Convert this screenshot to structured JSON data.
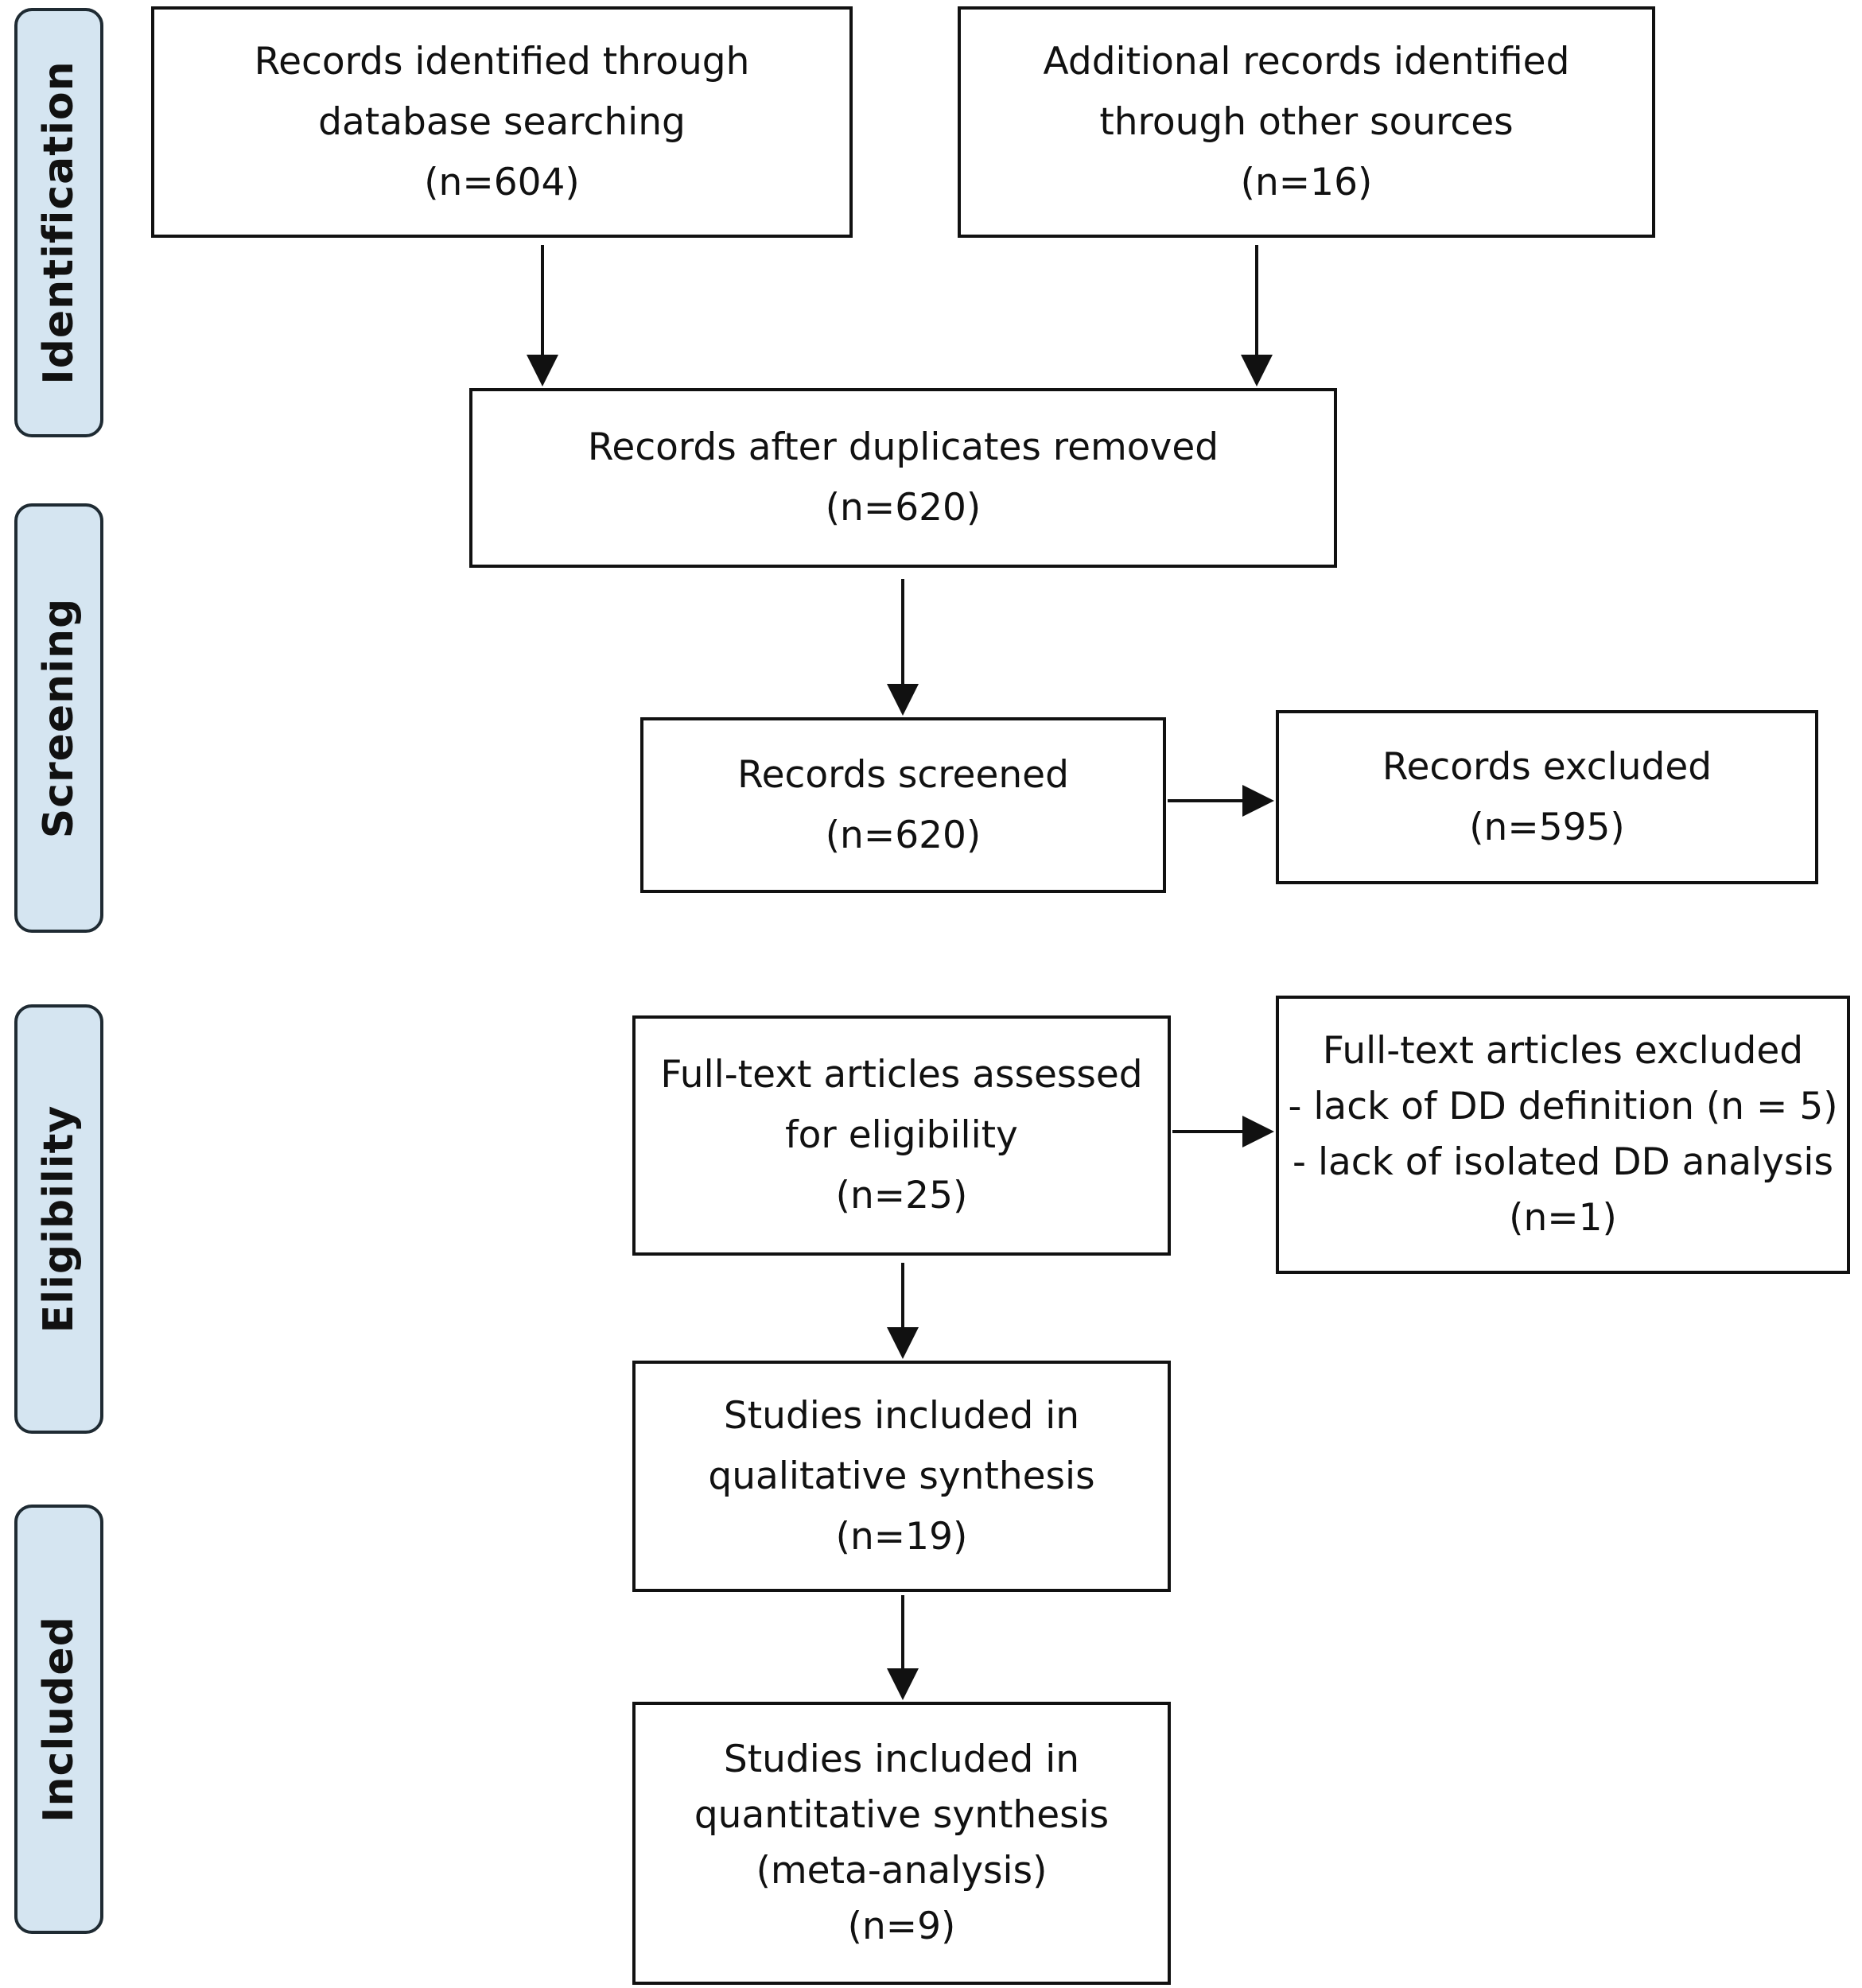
{
  "phases": [
    {
      "label": "Identification"
    },
    {
      "label": "Screening"
    },
    {
      "label": "Eligibility"
    },
    {
      "label": "Included"
    }
  ],
  "boxes": {
    "database_records": {
      "lines": [
        "Records identified through",
        "database searching",
        "(n=604)"
      ]
    },
    "other_records": {
      "lines": [
        "Additional records identified",
        "through other sources",
        "(n=16)"
      ]
    },
    "after_duplicates": {
      "lines": [
        "Records after duplicates removed",
        "(n=620)"
      ]
    },
    "screened": {
      "lines": [
        "Records screened",
        "(n=620)"
      ]
    },
    "excluded": {
      "lines": [
        "Records excluded",
        "(n=595)"
      ]
    },
    "fulltext_assessed": {
      "lines": [
        "Full-text articles assessed",
        "for eligibility",
        "(n=25)"
      ]
    },
    "fulltext_excluded": {
      "lines": [
        "Full-text articles excluded",
        "- lack of DD definition (n = 5)",
        "- lack of isolated DD analysis",
        "(n=1)"
      ]
    },
    "qualitative": {
      "lines": [
        "Studies included in",
        "qualitative synthesis",
        "(n=19)"
      ]
    },
    "quantitative": {
      "lines": [
        "Studies included in",
        "quantitative synthesis",
        "(meta-analysis)",
        "(n=9)"
      ]
    }
  }
}
